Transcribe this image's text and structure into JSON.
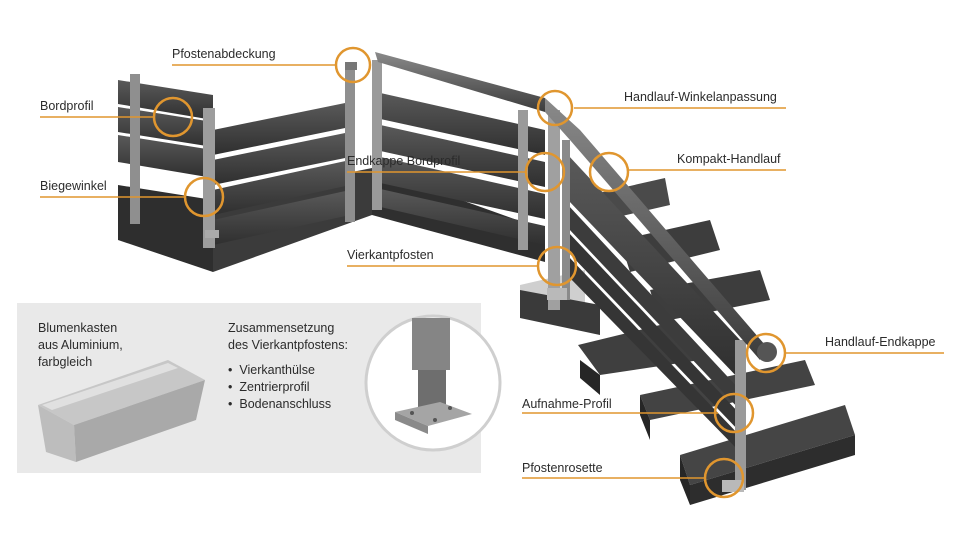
{
  "callouts": {
    "pfostenabdeckung": "Pfostenabdeckung",
    "bordprofil": "Bordprofil",
    "biegewinkel": "Biegewinkel",
    "endkappe_bordprofil": "Endkappe Bordprofil",
    "vierkantpfosten": "Vierkantpfosten",
    "handlauf_winkelanpassung": "Handlauf-Winkelanpassung",
    "kompakt_handlauf": "Kompakt-Handlauf",
    "handlauf_endkappe": "Handlauf-Endkappe",
    "aufnahme_profil": "Aufnahme-Profil",
    "pfostenrosette": "Pfostenrosette"
  },
  "infobox": {
    "flowerbox_lines": [
      "Blumenkasten",
      "aus Aluminium,",
      "farbgleich"
    ],
    "post_title_lines": [
      "Zusammensetzung",
      "des Vierkantpfostens:"
    ],
    "post_parts": [
      "Vierkanthülse",
      "Zentrierprofil",
      "Bodenanschluss"
    ]
  },
  "colors": {
    "accent": "#e0962f",
    "wood_dark": "#3a3a3a",
    "metal": "#9a9a9a",
    "box_bg": "#e9e9e9"
  }
}
